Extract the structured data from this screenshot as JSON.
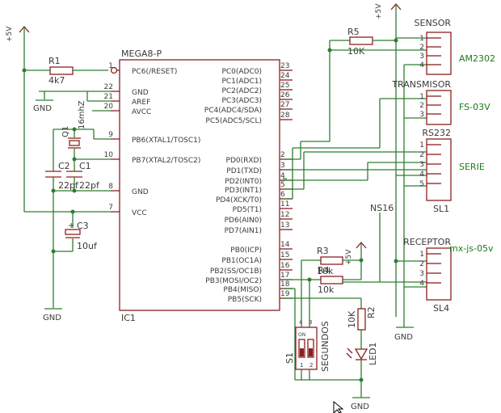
{
  "supply": {
    "vcc_left": "+5V",
    "vcc_top": "+5V",
    "vcc_r3": "+5V",
    "gnd_r1": "GND",
    "gnd_c3": "GND",
    "gnd_conn": "GND",
    "gnd_led": "GND"
  },
  "r1": {
    "ref": "R1",
    "value": "4k7"
  },
  "q1": {
    "ref": "Q1",
    "value": "16mhZ"
  },
  "c2": {
    "ref": "C2",
    "value": "22pf"
  },
  "c1": {
    "ref": "C1",
    "value": "22pf"
  },
  "c3": {
    "ref": "C3",
    "value": "10uf",
    "polarity": "+"
  },
  "ic1": {
    "name": "MEGA8-P",
    "ref": "IC1",
    "left_pins": [
      {
        "num": "1",
        "label": "PC6(/RESET)"
      },
      {
        "num": "22",
        "label": "GND"
      },
      {
        "num": "21",
        "label": "AREF"
      },
      {
        "num": "20",
        "label": "AVCC"
      },
      {
        "num": "9",
        "label": "PB6(XTAL1/TOSC1)"
      },
      {
        "num": "10",
        "label": "PB7(XTAL2/TOSC2)"
      },
      {
        "num": "8",
        "label": "GND"
      },
      {
        "num": "7",
        "label": "VCC"
      }
    ],
    "right_pins": [
      {
        "num": "23",
        "label": "PC0(ADC0)"
      },
      {
        "num": "24",
        "label": "PC1(ADC1)"
      },
      {
        "num": "25",
        "label": "PC2(ADC2)"
      },
      {
        "num": "26",
        "label": "PC3(ADC3)"
      },
      {
        "num": "27",
        "label": "PC4(ADC4/SDA)"
      },
      {
        "num": "28",
        "label": "PC5(ADC5/SCL)"
      },
      {
        "num": "2",
        "label": "PD0(RXD)"
      },
      {
        "num": "3",
        "label": "PD1(TXD)"
      },
      {
        "num": "4",
        "label": "PD2(INT0)"
      },
      {
        "num": "5",
        "label": "PD3(INT1)"
      },
      {
        "num": "6",
        "label": "PD4(XCK/T0)"
      },
      {
        "num": "11",
        "label": "PD5(T1)"
      },
      {
        "num": "12",
        "label": "PD6(AIN0)"
      },
      {
        "num": "13",
        "label": "PD7(AIN1)"
      },
      {
        "num": "14",
        "label": "PB0(ICP)"
      },
      {
        "num": "15",
        "label": "PB1(OC1A)"
      },
      {
        "num": "16",
        "label": "PB2(SS/OC1B)"
      },
      {
        "num": "17",
        "label": "PB3(MOSI/OC2)"
      },
      {
        "num": "18",
        "label": "PB4(MISO)"
      },
      {
        "num": "19",
        "label": "PB5(SCK)"
      }
    ]
  },
  "r5": {
    "ref": "R5",
    "value": "10K"
  },
  "r3": {
    "ref": "R3",
    "value": "10k"
  },
  "r4": {
    "ref": "R4",
    "value": "10k"
  },
  "r2": {
    "ref": "R2",
    "value": "10K"
  },
  "led1": {
    "ref": "LED1"
  },
  "s1": {
    "ref": "S1",
    "title": "SEGUNDOS",
    "on": "ON",
    "sw1": "1",
    "sw2": "2",
    "pin3": "3",
    "pin4": "4"
  },
  "connectors": [
    {
      "title": "SENSOR",
      "tag": "AM2302",
      "pins": [
        "1",
        "2",
        "3",
        "4"
      ]
    },
    {
      "title": "TRANSMISOR",
      "tag": "FS-03V",
      "pins": [
        "1",
        "2",
        "3"
      ]
    },
    {
      "title": "RS232",
      "tag": "SERIE",
      "ref": "SL1",
      "pins": [
        "1",
        "2",
        "3",
        "4",
        "5"
      ]
    },
    {
      "title": "RECEPTOR",
      "tag": "mx-js-05v",
      "ref": "SL4",
      "pins": [
        "1",
        "2",
        "3",
        "4"
      ]
    }
  ],
  "ns16": "NS16"
}
